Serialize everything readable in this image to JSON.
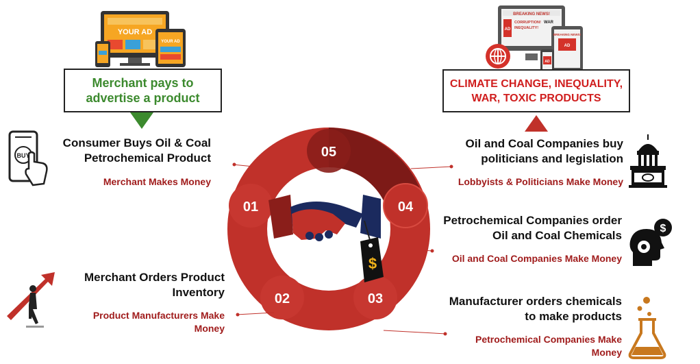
{
  "top_left": {
    "ad_text": "YOUR AD",
    "box_text": "Merchant pays to advertise a product"
  },
  "top_right": {
    "screen_text_1": "BREAKING NEWS!",
    "screen_text_2": "CORRUPTION!",
    "screen_text_3": "INEQUALITY!",
    "screen_text_war": "WAR",
    "screen_text_ad": "AD",
    "box_text": "CLIMATE CHANGE, INEQUALITY, WAR, TOXIC PRODUCTS"
  },
  "ring": {
    "labels": [
      "01",
      "02",
      "03",
      "04",
      "05"
    ]
  },
  "steps": [
    {
      "heading": "Consumer Buys Oil & Coal Petrochemical Product",
      "sub": "Merchant Makes Money"
    },
    {
      "heading": "Merchant Orders Product Inventory",
      "sub": "Product Manufacturers Make Money"
    },
    {
      "heading": "Manufacturer orders chemicals to make products",
      "sub": "Petrochemical Companies Make Money"
    },
    {
      "heading": "Petrochemical Companies order Oil and Coal Chemicals",
      "sub": "Oil and Coal Companies Make Money"
    },
    {
      "heading": "Oil and Coal Companies buy politicians and legislation",
      "sub": "Lobbyists & Politicians  Make Money"
    }
  ],
  "icons": {
    "buy_text": "BUY",
    "tag_symbol": "$",
    "gear_symbol": "$"
  },
  "colors": {
    "red": "#c0312a",
    "dark_red": "#7d1a17",
    "green": "#3c8a2e",
    "navy": "#1b2a5e",
    "text_red": "#a01c1c"
  }
}
